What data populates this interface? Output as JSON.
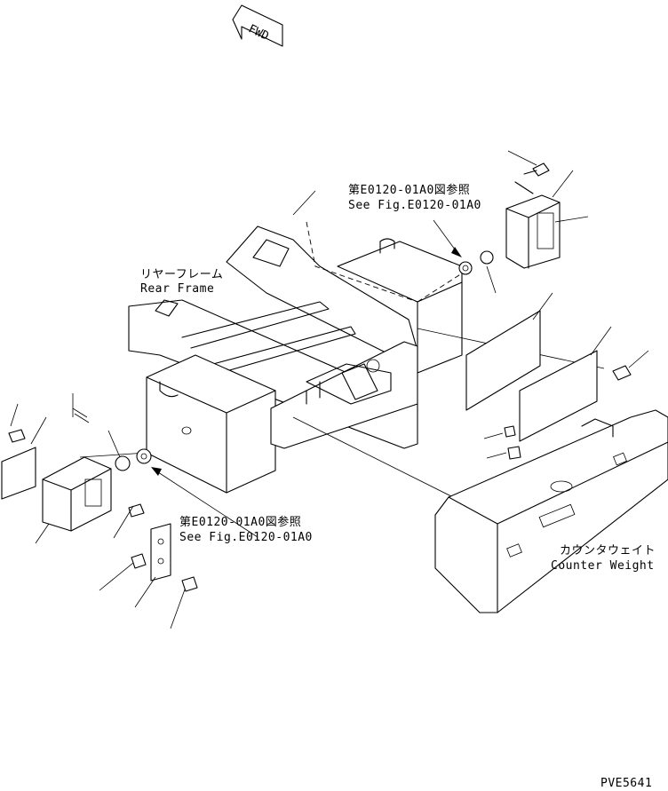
{
  "fwd_label": "FWD",
  "rear_frame": {
    "jp": "リヤーフレーム",
    "en": "Rear Frame"
  },
  "ref_top": {
    "jp": "第E0120-01A0図参照",
    "en": "See Fig.E0120-01A0"
  },
  "ref_bottom": {
    "jp": "第E0120-01A0図参照",
    "en": "See Fig.E0120-01A0"
  },
  "counterweight": {
    "jp": "カウンタウェイト",
    "en": "Counter Weight"
  },
  "drawing_code": "PVE5641"
}
